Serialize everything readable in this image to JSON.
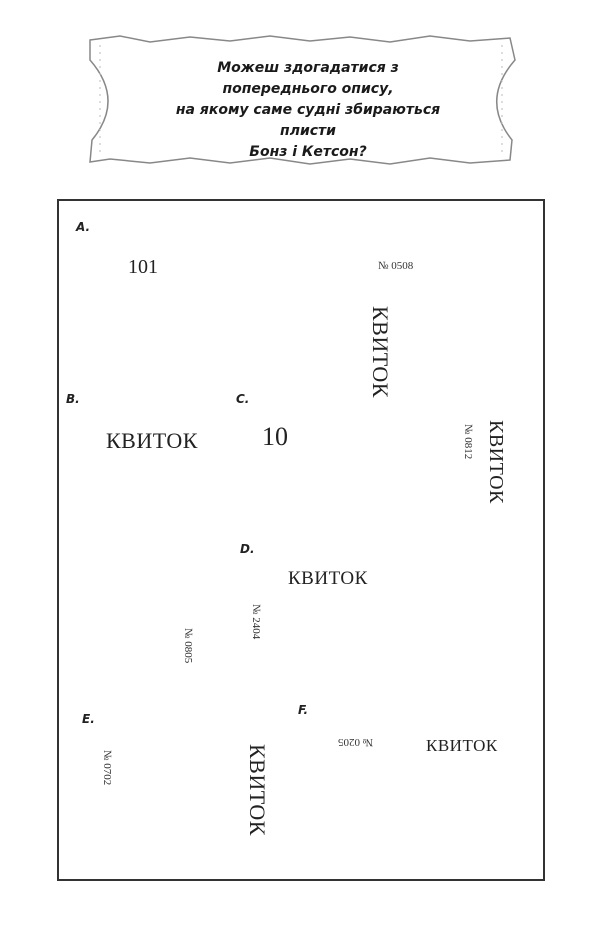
{
  "question": {
    "line1": "Можеш здогадатися з попереднього опису,",
    "line2": "на якому саме судні збираються плисти",
    "line3": "Бонз і Кетсон?"
  },
  "tickets": {
    "A": {
      "letter": "A.",
      "number": "101",
      "serial": "№ 0508",
      "title": "КВИТОК"
    },
    "B": {
      "letter": "B.",
      "serial": "№ 0805",
      "title": "КВИТОК"
    },
    "C": {
      "letter": "C.",
      "number": "10",
      "serial": "№ 0812",
      "title": "КВИТОК"
    },
    "D": {
      "letter": "D.",
      "serial": "№ 2404",
      "title": "КВИТОК"
    },
    "E": {
      "letter": "E.",
      "serial": "№ 0702",
      "title": "КВИТОК"
    },
    "F": {
      "letter": "F.",
      "serial": "№ 0205",
      "title": "КВИТОК"
    }
  },
  "colors": {
    "ticket_border": "#9a9a9a",
    "ticket_dark": "#6e6e6e",
    "ink": "#222222"
  }
}
